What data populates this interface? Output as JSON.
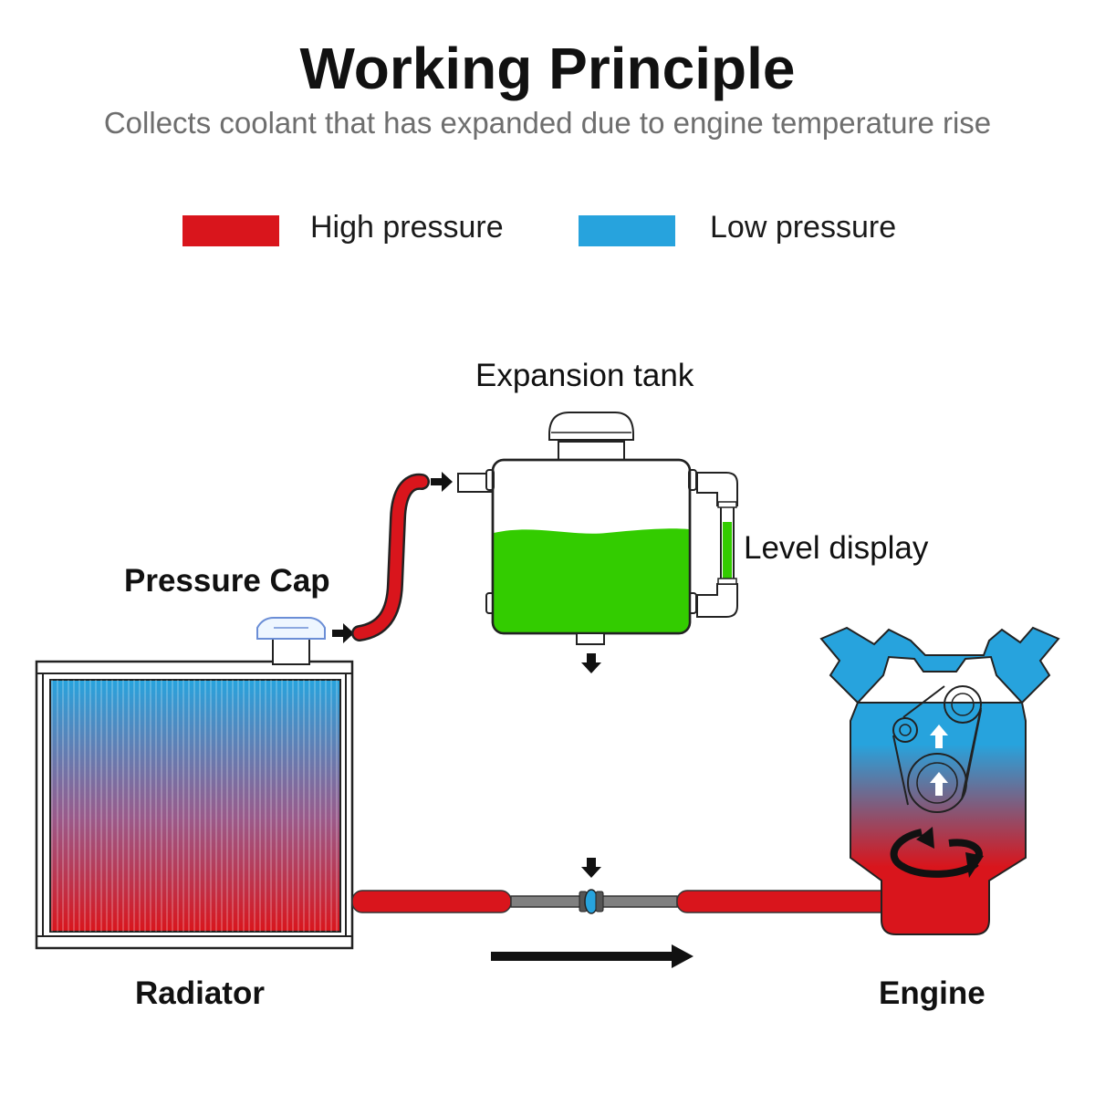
{
  "header": {
    "title": "Working Principle",
    "subtitle": "Collects coolant that has expanded due to engine temperature rise"
  },
  "legend": {
    "items": [
      {
        "label": "High pressure",
        "color": "#d9151c"
      },
      {
        "label": "Low pressure",
        "color": "#27a3dd"
      }
    ]
  },
  "labels": {
    "expansion_tank": "Expansion tank",
    "level_display": "Level display",
    "pressure_cap": "Pressure Cap",
    "radiator": "Radiator",
    "engine": "Engine"
  },
  "colors": {
    "high_pressure": "#d9151c",
    "low_pressure": "#27a3dd",
    "coolant": "#33cc00",
    "pipe_gray": "#808080"
  },
  "icons": [
    "arrow-right-icon",
    "arrow-down-icon",
    "arrow-up-icon",
    "rotation-icon"
  ]
}
